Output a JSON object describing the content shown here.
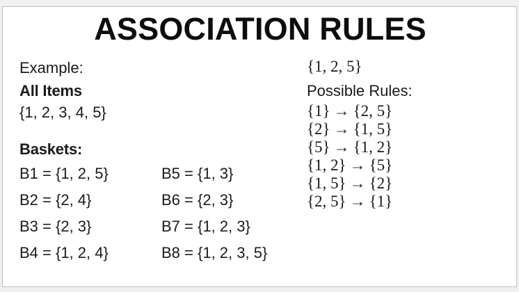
{
  "slide": {
    "title": "ASSOCIATION RULES",
    "background_color": "#ffffff",
    "page_background_color": "#f0f0f0",
    "border_color": "#b9c0c8",
    "text_color": "#1a1a1a"
  },
  "left": {
    "example_label": "Example:",
    "all_items_label": "All Items",
    "all_items_set": "{1, 2, 3, 4, 5}",
    "baskets_label": "Baskets:",
    "baskets": [
      {
        "name": "B1",
        "equals": "=",
        "set": "{1, 2, 5}"
      },
      {
        "name": "B5",
        "equals": "=",
        "set": "{1, 3}"
      },
      {
        "name": "B2",
        "equals": "=",
        "set": "{2, 4}"
      },
      {
        "name": "B6",
        "equals": "=",
        "set": "{2, 3}"
      },
      {
        "name": "B3",
        "equals": "=",
        "set": "{2, 3}"
      },
      {
        "name": "B7",
        "equals": "=",
        "set": "{1, 2, 3}"
      },
      {
        "name": "B4",
        "equals": "=",
        "set": "{1, 2, 4}"
      },
      {
        "name": "B8",
        "equals": "=",
        "set": "{1, 2, 3, 5}"
      }
    ],
    "basket_lines": [
      "B1 = {1, 2, 5}",
      "B5 = {1, 3}",
      "B2 = {2, 4}",
      "B6 = {2, 3}",
      "B3 = {2, 3}",
      "B7 = {1, 2, 3}",
      "B4 = {1, 2, 4}",
      "B8 = {1, 2, 3, 5}"
    ]
  },
  "right": {
    "target_itemset": "{1, 2, 5}",
    "possible_rules_label": "Possible Rules:",
    "arrow": "→",
    "rules": [
      {
        "antecedent": "{1}",
        "arrow": "→",
        "consequent": "{2, 5}"
      },
      {
        "antecedent": "{2}",
        "arrow": "→",
        "consequent": "{1, 5}"
      },
      {
        "antecedent": "{5}",
        "arrow": "→",
        "consequent": "{1, 2}"
      },
      {
        "antecedent": "{1, 2}",
        "arrow": "→",
        "consequent": "{5}"
      },
      {
        "antecedent": "{1, 5}",
        "arrow": "→",
        "consequent": "{2}"
      },
      {
        "antecedent": "{2, 5}",
        "arrow": "→",
        "consequent": "{1}"
      }
    ]
  }
}
